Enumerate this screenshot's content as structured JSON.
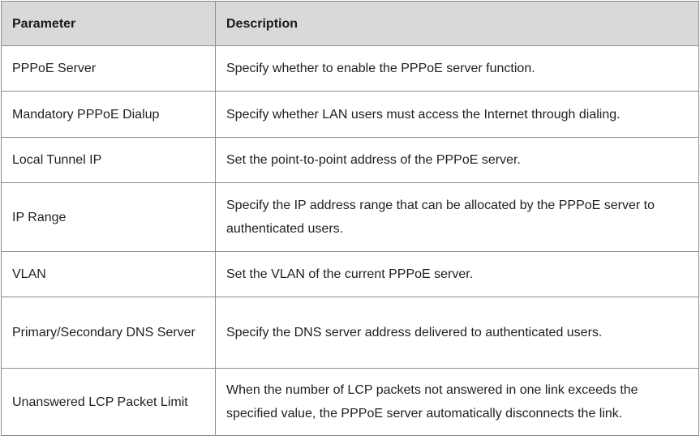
{
  "table": {
    "headers": [
      "Parameter",
      "Description"
    ],
    "rows": [
      {
        "parameter": "PPPoE Server",
        "description": "Specify whether to enable the PPPoE server function."
      },
      {
        "parameter": "Mandatory PPPoE Dialup",
        "description": "Specify whether LAN users must access the Internet through dialing."
      },
      {
        "parameter": "Local Tunnel IP",
        "description": "Set the point-to-point address of the PPPoE server."
      },
      {
        "parameter": "IP Range",
        "description": "Specify the IP address range that can be allocated by the PPPoE server to authenticated users."
      },
      {
        "parameter": "VLAN",
        "description": "Set the VLAN of the current PPPoE server."
      },
      {
        "parameter": "Primary/Secondary DNS Server",
        "description": "Specify the DNS server address delivered to authenticated users."
      },
      {
        "parameter": "Unanswered LCP Packet Limit",
        "description": "When the number of LCP packets not answered in one link exceeds the specified value, the PPPoE server automatically disconnects the link."
      }
    ]
  },
  "colors": {
    "header_background": "#d9d9d9",
    "border": "#8c8c8c",
    "text": "#1f1f1f"
  }
}
